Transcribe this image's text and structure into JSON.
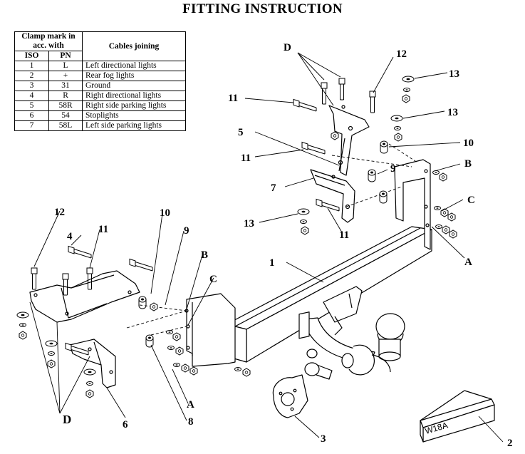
{
  "title": "FITTING INSTRUCTION",
  "table": {
    "header_clamp": "Clamp mark in acc. with",
    "header_iso": "ISO",
    "header_pn": "PN",
    "header_cables": "Cables joining",
    "rows": [
      {
        "iso": "1",
        "pn": "L",
        "desc": "Left directional lights"
      },
      {
        "iso": "2",
        "pn": "+",
        "desc": "Rear fog lights"
      },
      {
        "iso": "3",
        "pn": "31",
        "desc": "Ground"
      },
      {
        "iso": "4",
        "pn": "R",
        "desc": "Right directional lights"
      },
      {
        "iso": "5",
        "pn": "58R",
        "desc": "Right side parking lights"
      },
      {
        "iso": "6",
        "pn": "54",
        "desc": "Stoplights"
      },
      {
        "iso": "7",
        "pn": "58L",
        "desc": "Left side parking lights"
      }
    ]
  },
  "part_labels": {
    "p1": "1",
    "p2": "2",
    "p3": "3",
    "p4": "4",
    "p5": "5",
    "p6": "6",
    "p7": "7",
    "p8": "8",
    "p9": "9",
    "p10": "10",
    "p11": "11",
    "p12": "12",
    "p13": "13",
    "A": "A",
    "B": "B",
    "C": "C",
    "D": "D"
  },
  "box_label": "W18A"
}
